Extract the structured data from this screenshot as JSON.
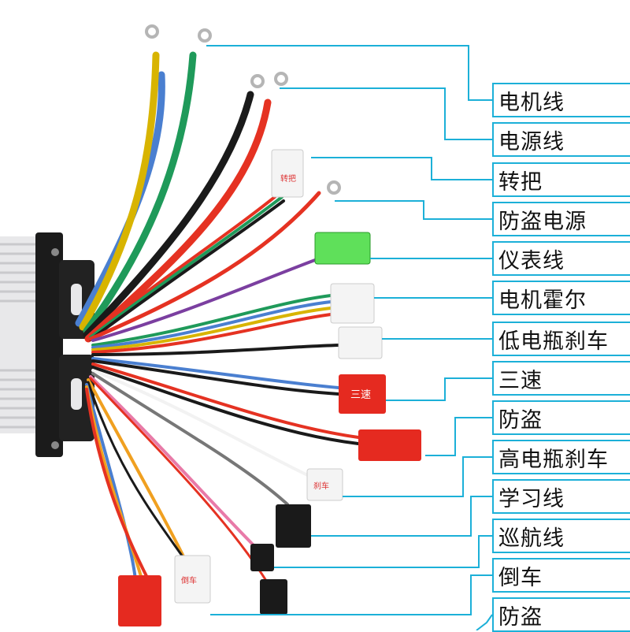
{
  "labels": [
    {
      "text": "电机线"
    },
    {
      "text": "电源线"
    },
    {
      "text": "转把"
    },
    {
      "text": "防盗电源"
    },
    {
      "text": "仪表线"
    },
    {
      "text": "电机霍尔"
    },
    {
      "text": "低电瓶刹车"
    },
    {
      "text": "三速"
    },
    {
      "text": "防盗"
    },
    {
      "text": "高电瓶刹车"
    },
    {
      "text": "学习线"
    },
    {
      "text": "巡航线"
    },
    {
      "text": "倒车"
    },
    {
      "text": "防盗"
    }
  ],
  "connector_text": {
    "throttle": "转把",
    "three_speed": "三速",
    "brake": "刹车",
    "reverse": "倒车"
  },
  "colors": {
    "leader": "#1cb0d8",
    "blue_wire": "#4a7fd0",
    "yellow_wire": "#d8b400",
    "green_wire": "#1f9a5a",
    "red_wire": "#e53222",
    "black_wire": "#1a1a1a",
    "purple_wire": "#7b3fa0",
    "gray_wire": "#777777",
    "pink_wire": "#e87aa8",
    "orange_wire": "#f0a020"
  }
}
